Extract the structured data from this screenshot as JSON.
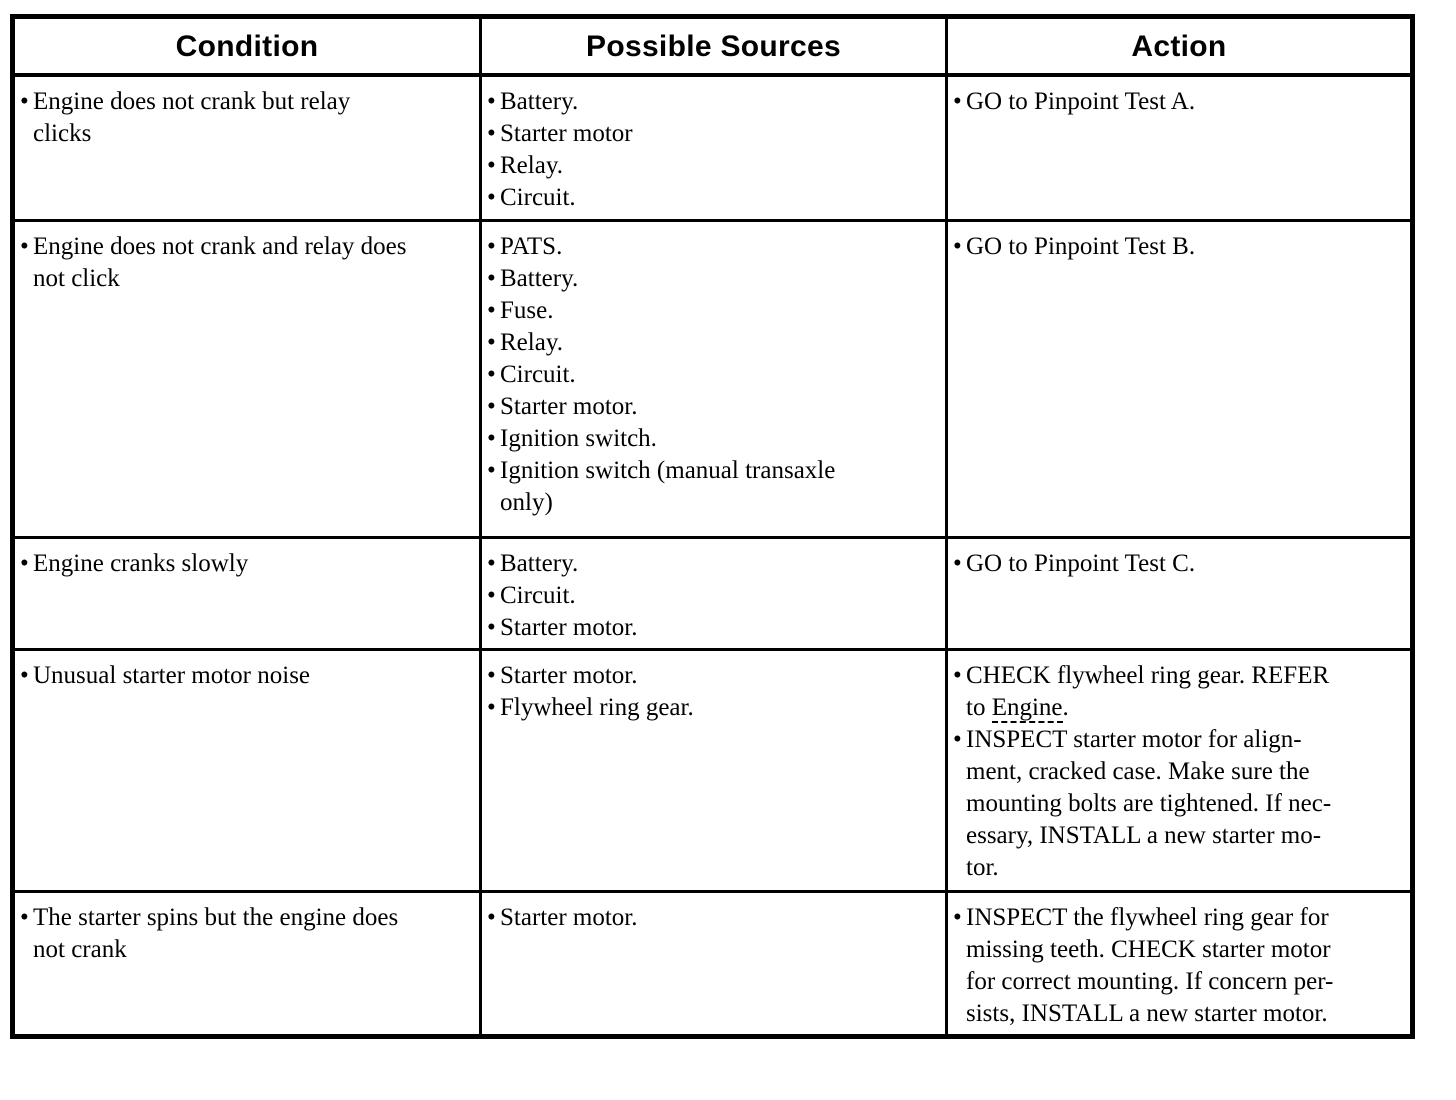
{
  "bullet": "•",
  "colors": {
    "background": "#ffffff",
    "text": "#000000",
    "border": "#000000"
  },
  "headers": {
    "condition": "Condition",
    "sources": "Possible Sources",
    "action": "Action"
  },
  "rows": [
    {
      "condition": "Engine does not crank but relay\nclicks",
      "sources": [
        "Battery.",
        "Starter motor",
        "Relay.",
        "Circuit."
      ],
      "actions": [
        {
          "text": "GO to Pinpoint Test A."
        }
      ]
    },
    {
      "condition": "Engine does not crank and relay does\nnot click",
      "sources": [
        "PATS.",
        "Battery.",
        "Fuse.",
        "Relay.",
        "Circuit.",
        "Starter motor.",
        "Ignition switch.",
        "Ignition switch (manual transaxle\nonly)"
      ],
      "actions": [
        {
          "text": "GO to Pinpoint Test B."
        }
      ]
    },
    {
      "condition": "Engine cranks slowly",
      "sources": [
        "Battery.",
        "Circuit.",
        "Starter motor."
      ],
      "actions": [
        {
          "text": "GO to Pinpoint Test C."
        }
      ]
    },
    {
      "condition": "Unusual starter motor noise",
      "sources": [
        "Starter motor.",
        "Flywheel ring gear."
      ],
      "actions": [
        {
          "before": "CHECK flywheel ring gear. REFER\nto ",
          "ref": "Engine",
          "after": "."
        },
        {
          "text": "INSPECT starter motor for align-\nment, cracked case. Make sure the\nmounting bolts are tightened. If nec-\nessary, INSTALL a new starter mo-\ntor."
        }
      ]
    },
    {
      "condition": "The starter spins but the engine does\nnot crank",
      "sources": [
        "Starter motor."
      ],
      "actions": [
        {
          "text": "INSPECT the flywheel ring gear for\nmissing teeth. CHECK starter motor\nfor correct mounting. If concern per-\nsists, INSTALL a new starter motor."
        }
      ]
    }
  ]
}
